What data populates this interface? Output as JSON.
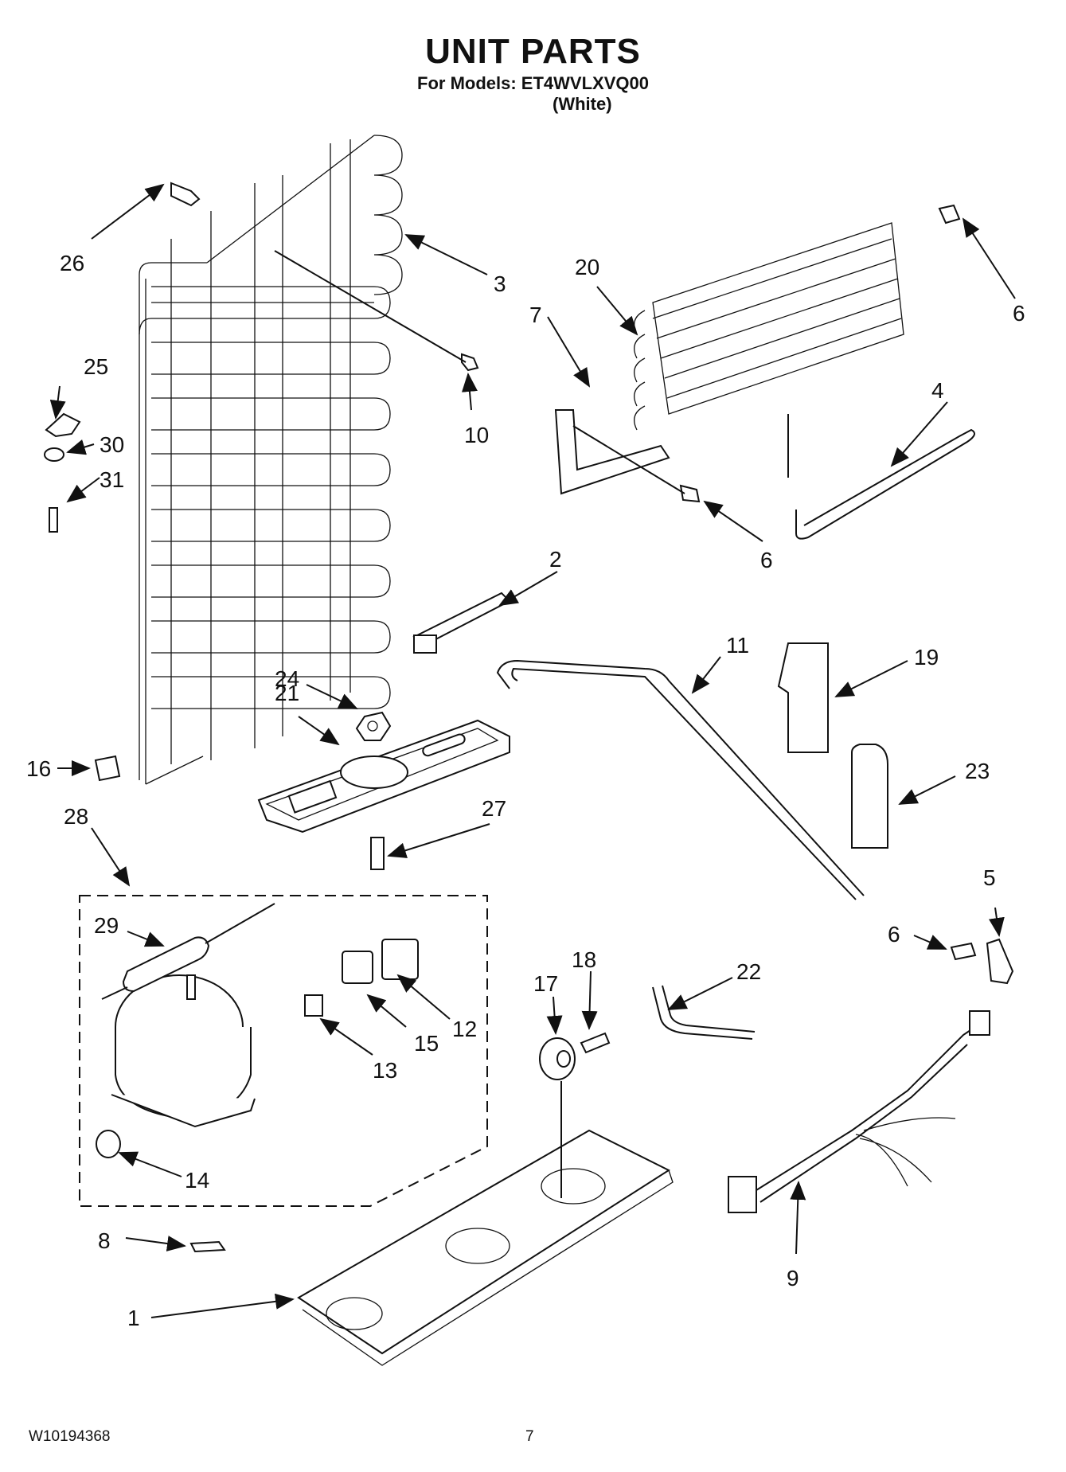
{
  "header": {
    "title": "UNIT PARTS",
    "models_line": "For Models: ET4WVLXVQ00",
    "color_line": "(White)"
  },
  "footer": {
    "doc_number": "W10194368",
    "page_number": "7"
  },
  "callouts": [
    "1",
    "2",
    "3",
    "4",
    "5",
    "6",
    "7",
    "8",
    "9",
    "10",
    "11",
    "12",
    "13",
    "14",
    "15",
    "16",
    "17",
    "18",
    "19",
    "20",
    "21",
    "22",
    "23",
    "24",
    "25",
    "26",
    "27",
    "28",
    "29",
    "30",
    "31"
  ],
  "colors": {
    "line": "#111111",
    "background": "#ffffff"
  }
}
